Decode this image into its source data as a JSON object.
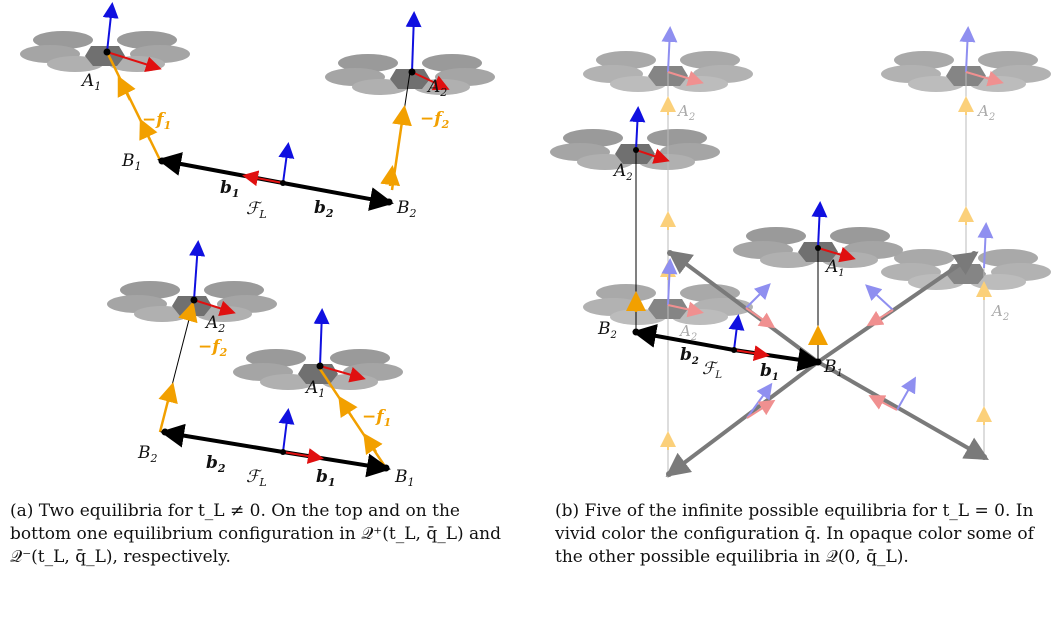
{
  "labels": {
    "a1": "A",
    "a1s": "1",
    "a2": "A",
    "a2s": "2",
    "b1": "B",
    "b1s": "1",
    "b2": "B",
    "b2s": "2",
    "bb1": "b",
    "bb1s": "1",
    "bb2": "b",
    "bb2s": "2",
    "fL": "ℱ",
    "fLs": "L",
    "mf1": "−f",
    "mf1s": "1",
    "mf2": "−f",
    "mf2s": "2"
  },
  "captions": {
    "a": "(a) Two equilibria for t_L ≠ 0. On the top and on the bottom one equilibrium configuration in 𝒬⁺(t_L, q̄_L) and 𝒬⁻(t_L, q̄_L), respectively.",
    "b": "(b) Five of the infinite possible equilibria for t_L = 0. In vivid color the configuration q̄. In opaque color some of the other possible equilibria in 𝒬(0, q̄_L)."
  },
  "colors": {
    "blue": "#1010e0",
    "red": "#e01010",
    "orange": "#f2a000",
    "body": "#8a8a8a",
    "bar": "#000000",
    "gray_bar": "#7a7a7a"
  }
}
